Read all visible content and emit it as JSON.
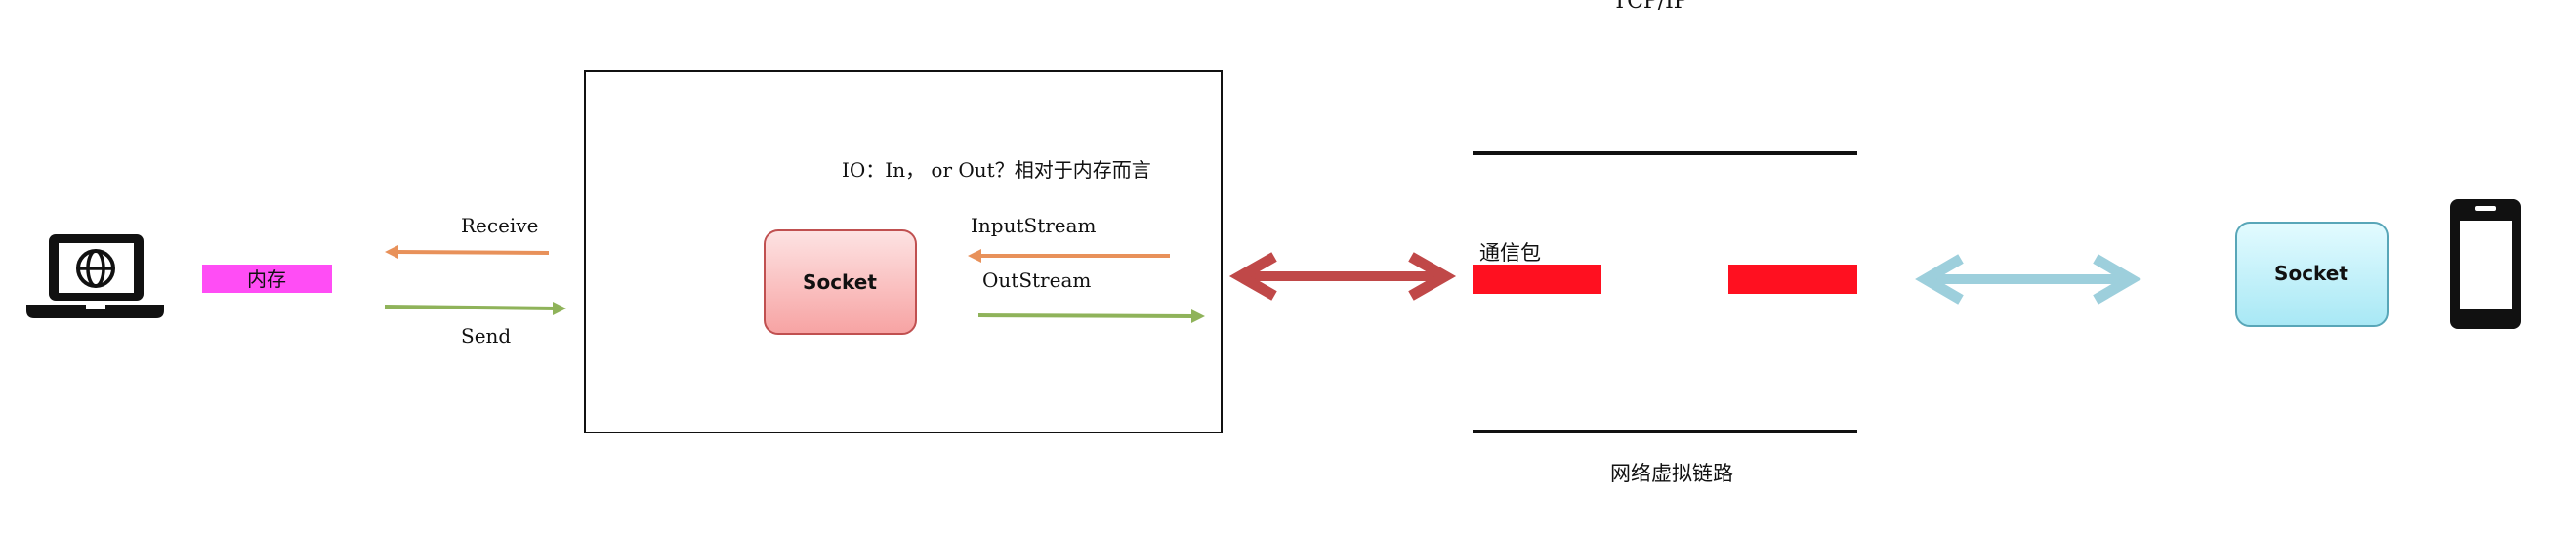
{
  "labels": {
    "tcpip": "TCP/IP",
    "memory": "内存",
    "receive": "Receive",
    "send": "Send",
    "io_note": "IO：In， or Out？相对于内存而言",
    "input_stream": "InputStream",
    "output_stream": "OutStream",
    "socket_left": "Socket",
    "socket_right": "Socket",
    "packet": "通信包",
    "virtual_link": "网络虚拟链路"
  },
  "colors": {
    "memory_fill": "#ff4df5",
    "receive_arrow": "#e8915a",
    "send_arrow": "#8fb35a",
    "left_socket_fill": "#f9b7b7",
    "left_socket_stroke": "#c05050",
    "right_socket_fill": "#b9eef7",
    "right_socket_stroke": "#58a6b8",
    "packet_fill": "#ff1020",
    "link_arrow_left": "#c04848",
    "link_arrow_right": "#9dcfdc"
  },
  "icons": {
    "client": "laptop-globe-icon",
    "device": "smartphone-icon"
  }
}
